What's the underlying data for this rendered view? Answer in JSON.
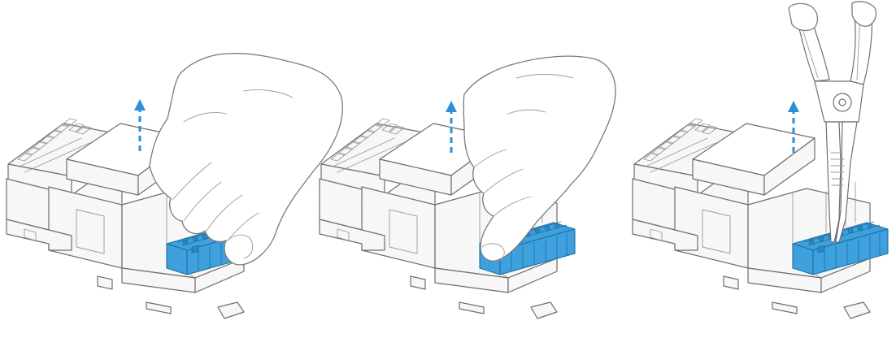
{
  "figure": {
    "panels": [
      {
        "id": "panel-1",
        "method": "pull-by-hand",
        "icon": "hand-grip-icon"
      },
      {
        "id": "panel-2",
        "method": "pull-by-fingertips",
        "icon": "hand-pinch-icon"
      },
      {
        "id": "panel-3",
        "method": "pull-with-pliers",
        "icon": "pliers-icon"
      }
    ],
    "arrow_direction": "up",
    "colors": {
      "connector_blue": "#3fa0de",
      "arrow_blue": "#2e8fd6",
      "line_gray": "#6e6e6e"
    }
  }
}
